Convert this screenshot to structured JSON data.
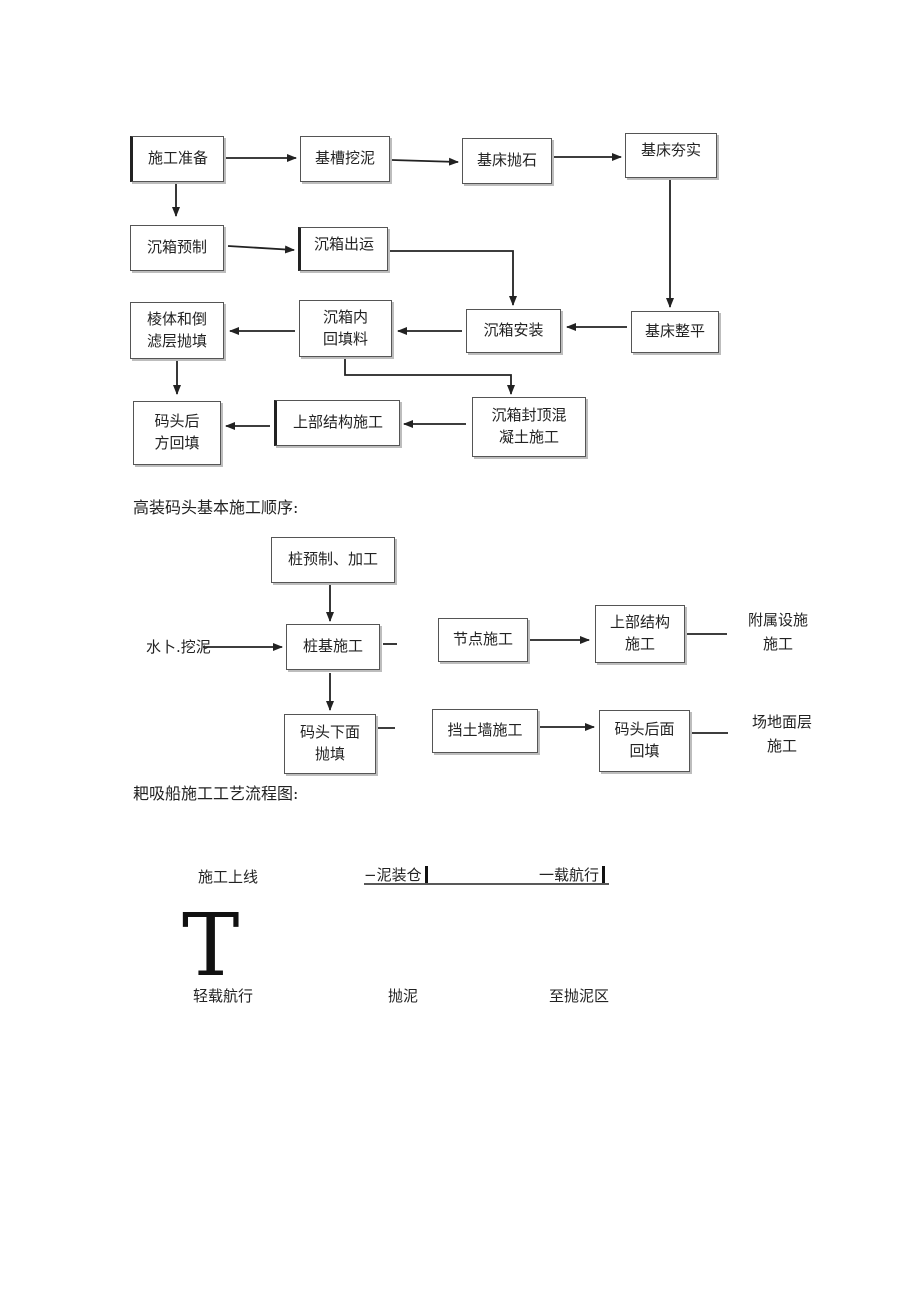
{
  "caisson_flow": {
    "nodes": {
      "prep": "施工准备",
      "trench": "基槽挖泥",
      "bed_stone": "基床抛石",
      "bed_tamp": "基床夯实",
      "caisson_precast": "沉箱预制",
      "caisson_transport": "沉箱出运",
      "prism_fill": "棱体和倒\n滤层抛填",
      "caisson_backfill": "沉箱内\n回填料",
      "caisson_install": "沉箱安装",
      "bed_level": "基床整平",
      "wharf_backfill": "码头后\n方回填",
      "super_structure": "上部结构施工",
      "caisson_cap": "沉箱封顶混\n凝土施工"
    }
  },
  "pile_section": {
    "heading": "高装码头基本施工顺序:",
    "nodes": {
      "pile_precast": "桩预制、加工",
      "underwater_dredge": "水卜.挖泥",
      "pile_foundation": "桩基施工",
      "joint": "节点施工",
      "upper_structure": "上部结构\n施工",
      "ancillary": "附属设施\n施工",
      "under_fill": "码头下面\n抛填",
      "retaining_wall": "挡土墙施工",
      "rear_fill": "码头后面\n回填",
      "yard_surface": "场地面层\n施工"
    }
  },
  "dredger_section": {
    "heading": "耙吸船施工工艺流程图:",
    "items": {
      "online": "施工上线",
      "load_mud": "−泥装仓",
      "loaded_sail": "一载航行",
      "big_t": "T",
      "light_sail": "轻载航行",
      "dump": "抛泥",
      "to_dump_area": "至抛泥区"
    }
  }
}
